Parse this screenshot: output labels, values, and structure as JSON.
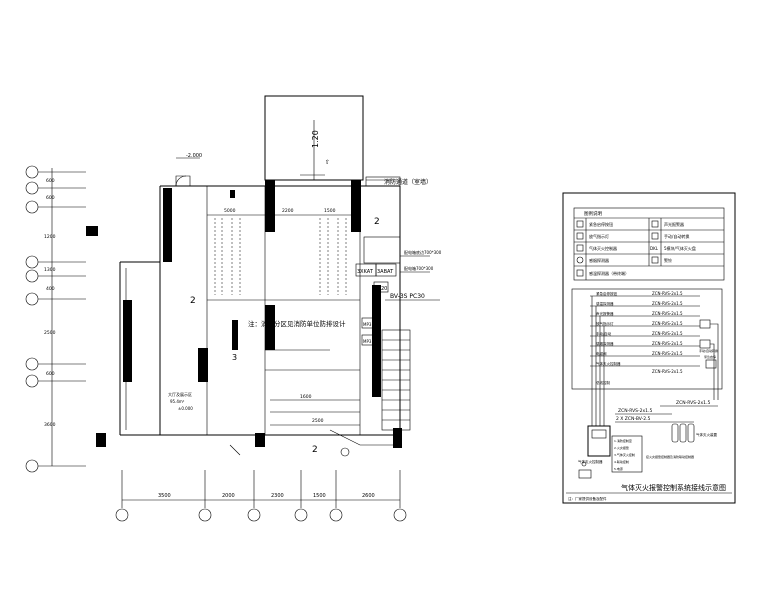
{
  "plan": {
    "elevation_mark": "-2.000",
    "dim_top": "1.20",
    "road_note": "消防通道（室墙）",
    "center_note": "注：消防分区见消防单位防排设计",
    "room_big": "大厅及展示区",
    "room_big_area": "95.4m²",
    "room_big_level": "±0.000",
    "room_label_2a": "2",
    "room_label_2b": "2",
    "room_label_2c": "2",
    "room_label_3": "3",
    "cabinet_1": "3XKAT",
    "cabinet_2": "3ABAT",
    "cabinet_3": "1L20",
    "cable_note": "BV-3S PC30",
    "box_note_1": "配电箱底边700*300",
    "box_note_2": "配电箱700*300",
    "bottom_axis_dims": [
      "3500",
      "2000",
      "2300",
      "1500",
      "2600"
    ],
    "left_axis_dims": [
      "600",
      "600",
      "1200",
      "1300",
      "400",
      "2500",
      "600",
      "3600"
    ],
    "inner_dims": [
      "5000",
      "2200",
      "1500",
      "1600",
      "2500"
    ],
    "mini_labels": [
      "MP3",
      "MP3"
    ]
  },
  "legend": {
    "title": "图例说明",
    "items": [
      {
        "sym": "",
        "text": "紧急启停按钮"
      },
      {
        "sym": "",
        "text": "声光报警器"
      },
      {
        "sym": "",
        "text": "放气指示灯"
      },
      {
        "sym": "",
        "text": "手动/自动转换"
      },
      {
        "sym": "",
        "text": "气体灭火控制器"
      },
      {
        "sym": "DKL",
        "text": "5模块/气体灭火盘"
      },
      {
        "sym": "",
        "text": "感烟探测器"
      },
      {
        "sym": "",
        "text": "警铃"
      },
      {
        "sym": "",
        "text": "感温探测器（带终端）"
      }
    ]
  },
  "wiring": {
    "rows": [
      {
        "name": "紧急启停按钮",
        "cable": "ZCN-RVS-2x1.5"
      },
      {
        "name": "感温探测器",
        "cable": "ZCN-RVS-2x1.5"
      },
      {
        "name": "声光报警器",
        "cable": "ZCN-RVS-2x1.5"
      },
      {
        "name": "放气指示灯",
        "cable": "ZCN-RVS-2x1.5"
      },
      {
        "name": "手动/自动",
        "cable": "ZCN-RVS-2x1.5"
      },
      {
        "name": "感烟探测器",
        "cable": "ZCN-RVS-2x1.5"
      },
      {
        "name": "电磁阀",
        "cable": "ZCN-RVS-2x1.5"
      },
      {
        "name": "气体灭火控制器",
        "cable": "ZCN-RVS-2x1.5"
      }
    ],
    "side_labels": [
      "手动/自动转换",
      "紧急启停",
      "气体灭火装置"
    ],
    "bus_note": "总线控制",
    "cable_low_1": "ZCN-RVS-2x1.5",
    "cable_low_2": "2 X ZCN-BV-2.5",
    "cable_right": "ZCN-RVS-2x1.5",
    "controller_label": "气体灭火控制器",
    "panel_lines": [
      "1.消防控制室",
      "2.火灾报警",
      "3.气体灭火控制",
      "4.联动控制",
      "5.电源"
    ],
    "fire_center": "接火灾报警控制器及消防联动控制器",
    "cylinder_label": "气体灭火装置",
    "caption": "气体灭火报警控制系统接线示意图",
    "footnote": "注：厂家提供设备及配件"
  },
  "colors": {
    "line": "#000000",
    "background": "#ffffff"
  }
}
